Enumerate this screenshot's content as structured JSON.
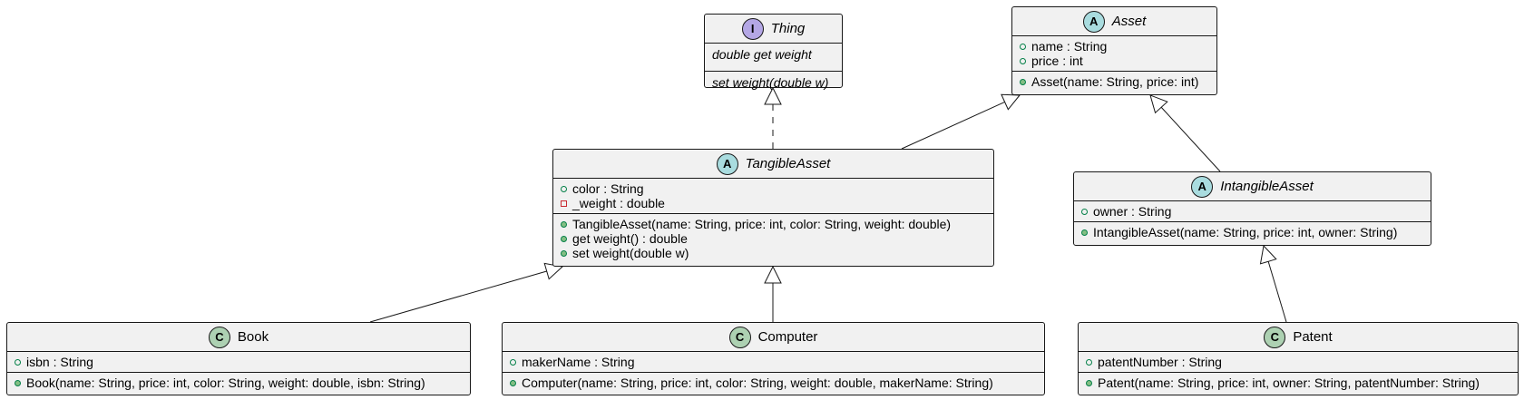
{
  "diagram": {
    "classes": {
      "thing": {
        "kind": "I",
        "name": "Thing",
        "attributes": [],
        "methods": [
          {
            "text": "double get weight"
          },
          {
            "text": "set weight(double w)"
          }
        ]
      },
      "asset": {
        "kind": "A",
        "name": "Asset",
        "attributes": [
          {
            "vis": "public",
            "text": "name : String"
          },
          {
            "vis": "public",
            "text": "price : int"
          }
        ],
        "methods": [
          {
            "vis": "public",
            "text": "Asset(name: String, price: int)"
          }
        ]
      },
      "tangible": {
        "kind": "A",
        "name": "TangibleAsset",
        "attributes": [
          {
            "vis": "public",
            "text": "color : String"
          },
          {
            "vis": "private",
            "text": "_weight : double"
          }
        ],
        "methods": [
          {
            "vis": "public",
            "text": "TangibleAsset(name: String, price: int, color: String, weight: double)"
          },
          {
            "vis": "public",
            "text": "get weight() : double"
          },
          {
            "vis": "public",
            "text": "set weight(double w)"
          }
        ]
      },
      "intangible": {
        "kind": "A",
        "name": "IntangibleAsset",
        "attributes": [
          {
            "vis": "public",
            "text": "owner : String"
          }
        ],
        "methods": [
          {
            "vis": "public",
            "text": "IntangibleAsset(name: String, price: int, owner: String)"
          }
        ]
      },
      "book": {
        "kind": "C",
        "name": "Book",
        "attributes": [
          {
            "vis": "public",
            "text": "isbn : String"
          }
        ],
        "methods": [
          {
            "vis": "public",
            "text": "Book(name: String, price: int, color: String, weight: double, isbn: String)"
          }
        ]
      },
      "computer": {
        "kind": "C",
        "name": "Computer",
        "attributes": [
          {
            "vis": "public",
            "text": "makerName : String"
          }
        ],
        "methods": [
          {
            "vis": "public",
            "text": "Computer(name: String, price: int, color: String, weight: double, makerName: String)"
          }
        ]
      },
      "patent": {
        "kind": "C",
        "name": "Patent",
        "attributes": [
          {
            "vis": "public",
            "text": "patentNumber : String"
          }
        ],
        "methods": [
          {
            "vis": "public",
            "text": "Patent(name: String, price: int, owner: String, patentNumber: String)"
          }
        ]
      }
    },
    "relations": [
      {
        "from": "tangible",
        "to": "thing",
        "type": "realization"
      },
      {
        "from": "tangible",
        "to": "asset",
        "type": "generalization"
      },
      {
        "from": "intangible",
        "to": "asset",
        "type": "generalization"
      },
      {
        "from": "book",
        "to": "tangible",
        "type": "generalization"
      },
      {
        "from": "computer",
        "to": "tangible",
        "type": "generalization"
      },
      {
        "from": "patent",
        "to": "intangible",
        "type": "generalization"
      }
    ]
  }
}
